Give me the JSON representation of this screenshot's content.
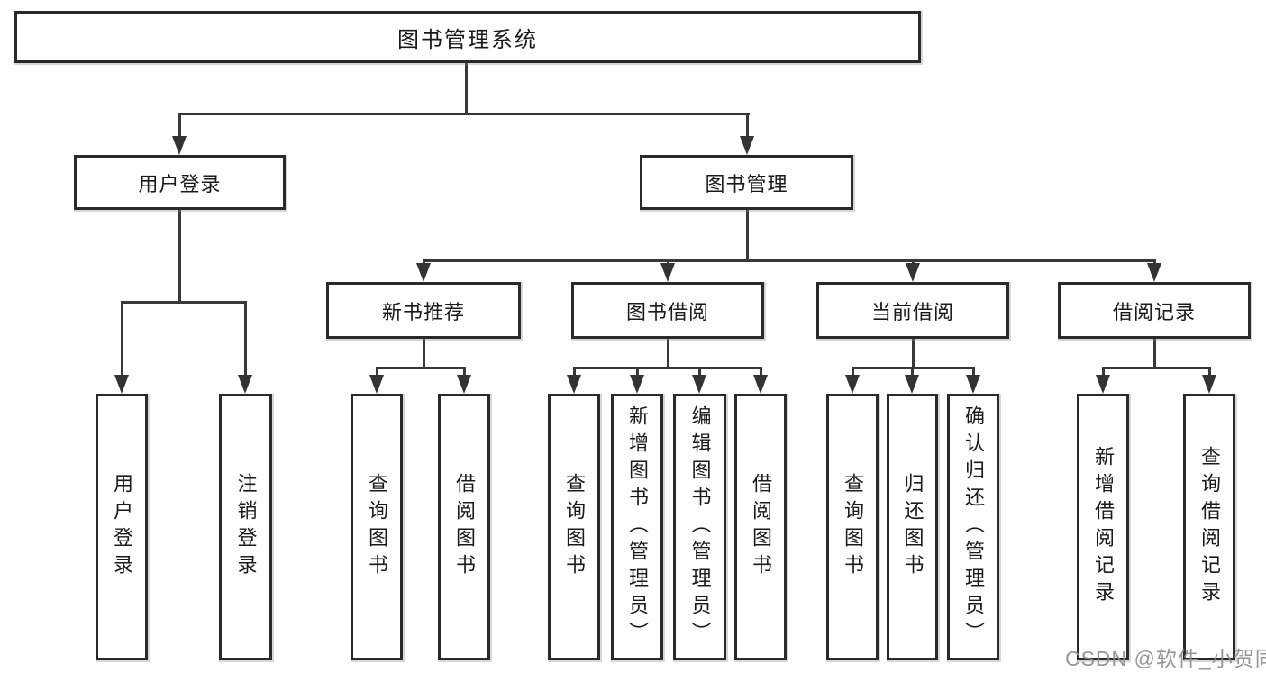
{
  "diagram": {
    "title": "图书管理系统",
    "colors": {
      "line": "#333333",
      "box_border": "#2a2a2a",
      "text": "#1a1a1a",
      "watermark": "#8e8e8e",
      "background": "#ffffff"
    },
    "tree": {
      "root": "图书管理系统",
      "user_branch": {
        "label": "用户登录",
        "children": [
          "用户登录",
          "注销登录"
        ]
      },
      "book_branch": {
        "label": "图书管理",
        "children": [
          {
            "label": "新书推荐",
            "children": [
              "查询图书",
              "借阅图书"
            ]
          },
          {
            "label": "图书借阅",
            "children": [
              "查询图书",
              "新增图书（管理员）",
              "编辑图书（管理员）",
              "借阅图书"
            ]
          },
          {
            "label": "当前借阅",
            "children": [
              "查询图书",
              "归还图书",
              "确认归还（管理员）"
            ]
          },
          {
            "label": "借阅记录",
            "children": [
              "新增借阅记录",
              "查询借阅记录"
            ]
          }
        ]
      }
    },
    "watermark": "CSDN @软件_小贺同学"
  }
}
